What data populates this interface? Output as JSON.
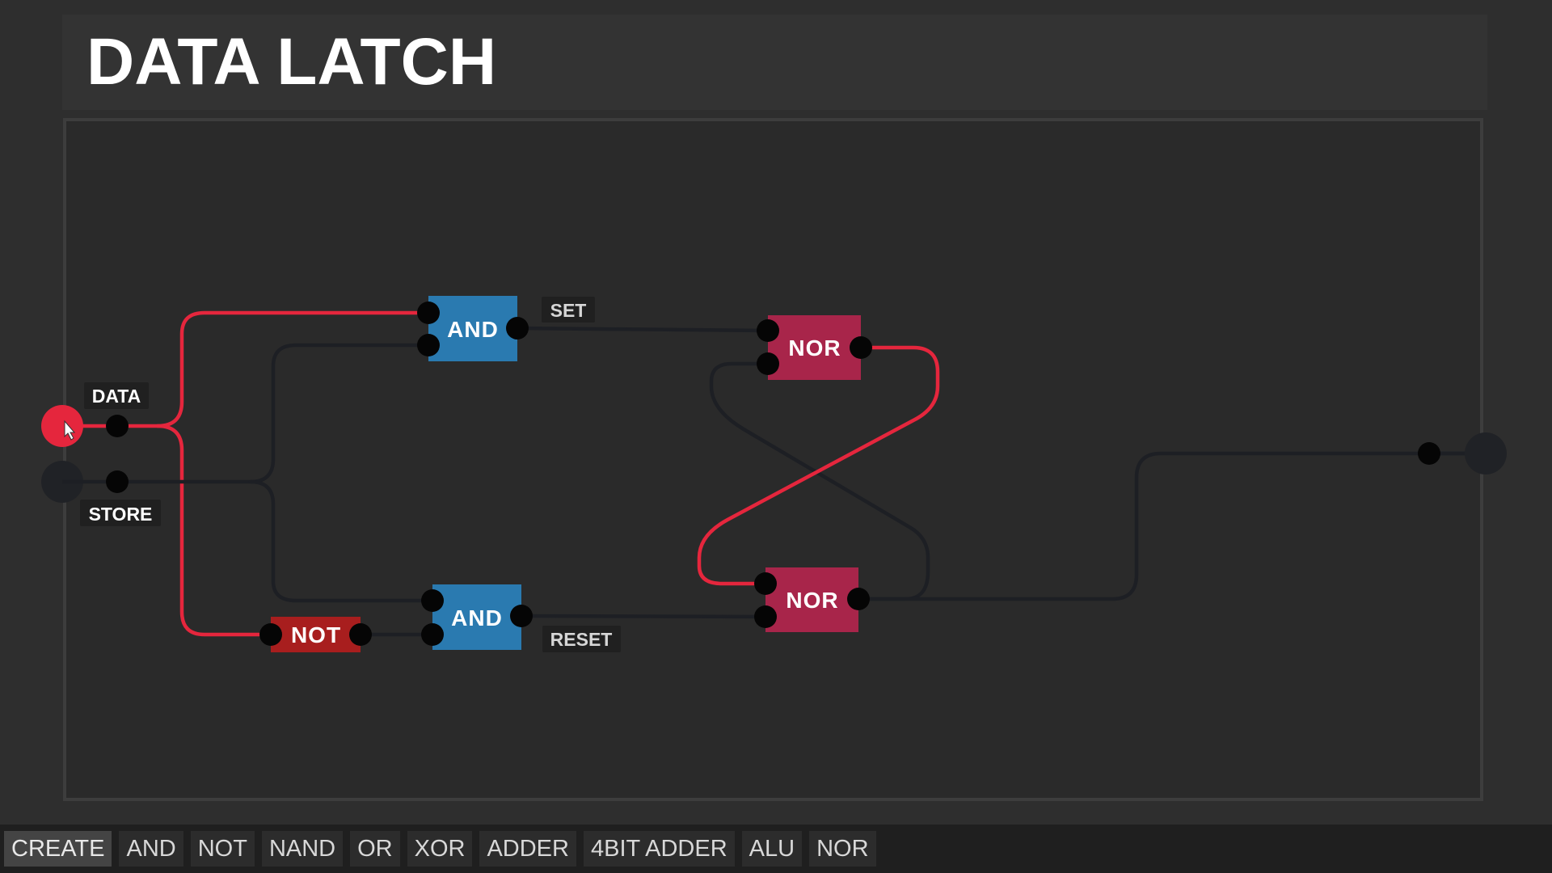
{
  "title": "DATA LATCH",
  "colors": {
    "wire_on": "#e5263d",
    "wire_off": "#1d1f24",
    "and_gate": "#2a7ab0",
    "nor_gate": "#a8254a",
    "not_gate": "#a81e1e",
    "input_on": "#e5263d",
    "input_off": "#202226",
    "pin": "#050505",
    "tag_bg": "#202020",
    "tag_text": "#d6d6d6"
  },
  "gates": {
    "and_top": "AND",
    "and_bottom": "AND",
    "nor_top": "NOR",
    "nor_bottom": "NOR",
    "not": "NOT"
  },
  "labels": {
    "data": "DATA",
    "store": "STORE",
    "set": "SET",
    "reset": "RESET"
  },
  "inputs": {
    "data_state": "on",
    "store_state": "off"
  },
  "output": {
    "state": "off"
  },
  "toolbar": {
    "buttons": [
      "CREATE",
      "AND",
      "NOT",
      "NAND",
      "OR",
      "XOR",
      "ADDER",
      "4BIT ADDER",
      "ALU",
      "NOR"
    ]
  }
}
